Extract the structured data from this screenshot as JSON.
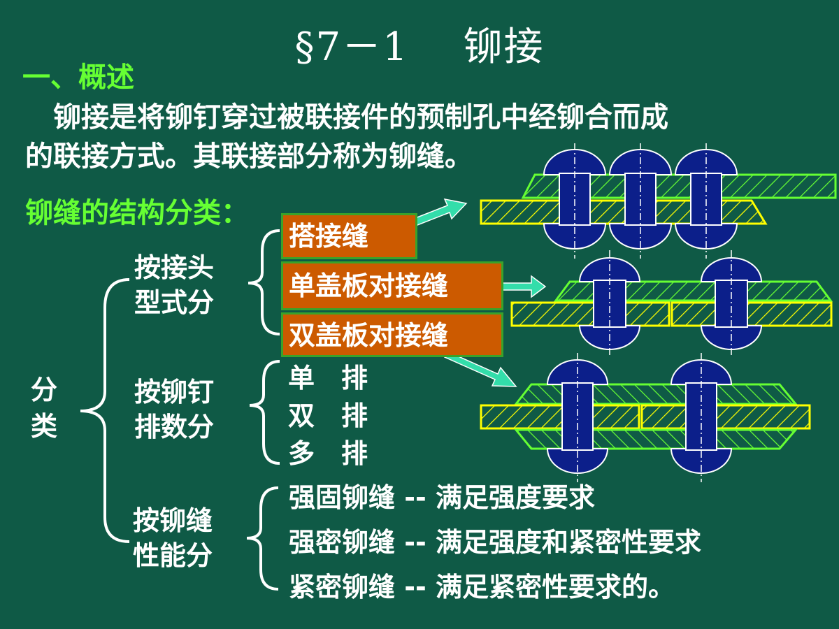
{
  "page": {
    "title": "§7－1　 铆接",
    "heading": "一、概述",
    "paragraph_line1": "　铆接是将铆钉穿过被联接件的预制孔中经铆合而成",
    "paragraph_line2": "的联接方式。其联接部分称为铆缝。",
    "subheading": "铆缝的结构分类："
  },
  "tree": {
    "root": "分类",
    "groups": [
      {
        "label_line1": "按接头",
        "label_line2": "型式分",
        "items": [
          "搭接缝",
          "单盖板对接缝",
          "双盖板对接缝"
        ]
      },
      {
        "label_line1": "按铆钉",
        "label_line2": "排数分",
        "items": [
          "单　排",
          "双　排",
          "多　排"
        ]
      },
      {
        "label_line1": "按铆缝",
        "label_line2": "性能分",
        "items": [
          "强固铆缝 -- 满足强度要求",
          "强密铆缝 -- 满足强度和紧密性要求",
          "紧密铆缝 -- 满足紧密性要求的。"
        ]
      }
    ]
  },
  "colors": {
    "background": "#0f5a46",
    "accent_green": "#66ff33",
    "box_orange": "#cc5a00",
    "rivet_blue": "#0c1f8a",
    "plate_yellow": "#ffff00",
    "plate_green": "#66ff33",
    "arrow_fill": "#33ddaa"
  }
}
